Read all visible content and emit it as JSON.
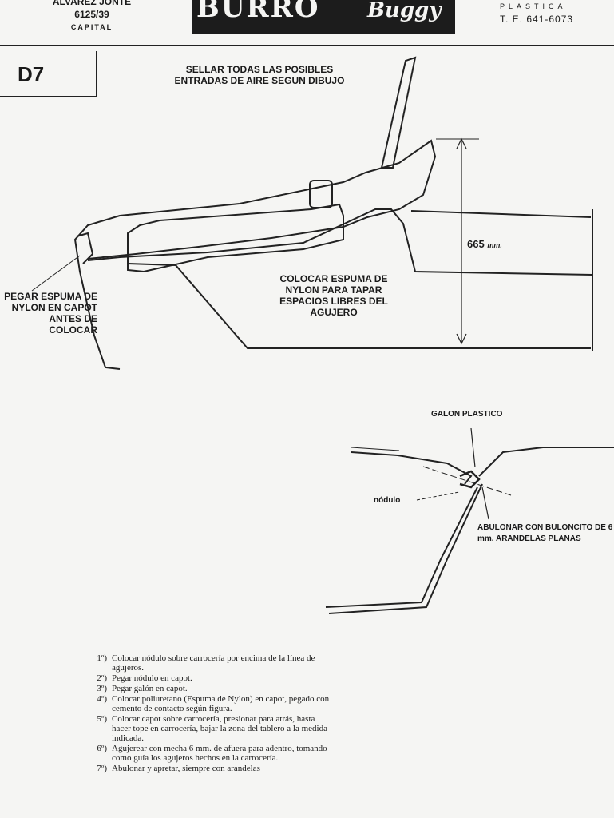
{
  "header": {
    "left_street": "ALVAREZ JONTE",
    "left_number": "6125/39",
    "left_city": "CAPITAL",
    "logo_word1": "BURRO",
    "logo_word2": "Buggy",
    "right_top": "PLASTICA",
    "right_phone": "T. E. 641-6073"
  },
  "section_code": "D7",
  "labels": {
    "seal": "SELLAR TODAS LAS POSIBLES ENTRADAS DE AIRE SEGUN DIBUJO",
    "pegar": "PEGAR ESPUMA DE NYLON EN CAPOT ANTES DE COLOCAR",
    "colocar": "COLOCAR ESPUMA DE NYLON PARA TAPAR ESPACIOS LIBRES DEL AGUJERO",
    "dimension_value": "665",
    "dimension_unit": "mm.",
    "galon": "GALON PLASTICO",
    "nodulo": "nódulo",
    "abulonar": "ABULONAR CON BULONCITO DE 6 mm. ARANDELAS PLANAS"
  },
  "steps": [
    {
      "num": "1º)",
      "text": "Colocar nódulo sobre carrocería por encima de la línea de agujeros."
    },
    {
      "num": "2º)",
      "text": "Pegar nódulo en capot."
    },
    {
      "num": "3º)",
      "text": "Pegar galón en capot."
    },
    {
      "num": "4º)",
      "text": "Colocar poliuretano (Espuma de Nylon) en capot, pegado con cemento de contacto según figura."
    },
    {
      "num": "5º)",
      "text": "Colocar capot sobre carrocería, presionar para atrás, hasta hacer tope en carrocería, bajar la zona del tablero a la medida indicada."
    },
    {
      "num": "6º)",
      "text": "Agujerear con mecha 6 mm. de afuera para adentro, tomando como guía los agujeros hechos en la carrocería."
    },
    {
      "num": "7º)",
      "text": "Abulonar y apretar, siempre con arandelas"
    }
  ]
}
